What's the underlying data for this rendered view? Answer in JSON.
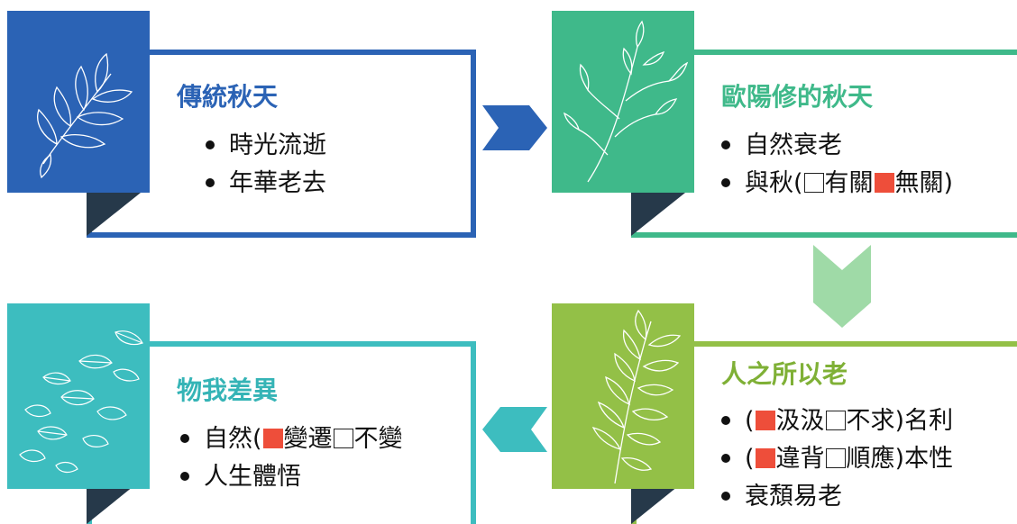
{
  "colors": {
    "blue": "#2b63b5",
    "green": "#3fb98a",
    "teal": "#3dbdbf",
    "lime": "#93c047",
    "dark": "#26394a",
    "checked": "#ee4e3a"
  },
  "panels": {
    "traditional": {
      "title": "傳統秋天",
      "items": [
        "時光流逝",
        "年華老去"
      ]
    },
    "ouyang": {
      "title": "歐陽修的秋天",
      "items": [
        {
          "before": "與秋(",
          "opt1": "有關",
          "opt2": "無關",
          "after": ")",
          "opt1_checked": false,
          "opt2_checked": true
        },
        "自然衰老"
      ]
    },
    "aging": {
      "title": "人之所以老",
      "items": [
        {
          "before": "(",
          "opt1": "汲汲",
          "opt2": "不求",
          "after": ")名利",
          "opt1_checked": true,
          "opt2_checked": false
        },
        {
          "before": "(",
          "opt1": "違背",
          "opt2": "順應",
          "after": ")本性",
          "opt1_checked": true,
          "opt2_checked": false
        },
        "衰頹易老"
      ]
    },
    "difference": {
      "title": "物我差異",
      "items": [
        {
          "before": "自然(",
          "opt1": "變遷",
          "opt2": "不變",
          "after": "",
          "opt1_checked": true,
          "opt2_checked": false
        },
        "人生體悟"
      ]
    }
  },
  "icons": {
    "traditional": "leaf-branch-icon",
    "ouyang": "twig-icon",
    "aging": "fern-icon",
    "difference": "falling-leaves-icon"
  }
}
